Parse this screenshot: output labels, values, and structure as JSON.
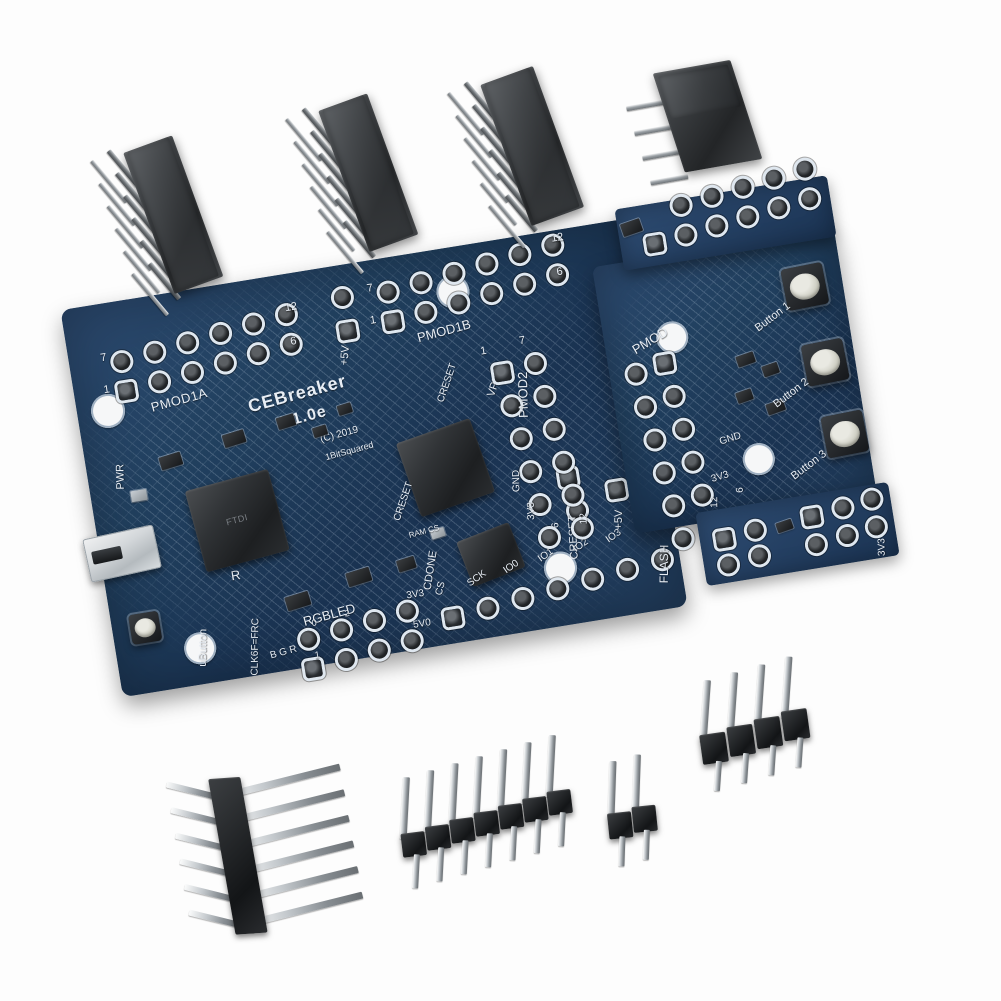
{
  "scene": {
    "background_color": "#ffffff",
    "description": "Product photo of an iCEBreaker FPGA development board kit with loose pin headers",
    "pcb_color": "#1e3a5c",
    "silkscreen_color": "#e8eef5",
    "pad_ring_color": "#dfe7ef",
    "button_cap_color": "#d9d9cd",
    "connector_body_color": "#2a2d30",
    "pin_metal_color": "#c4c9cd"
  },
  "board": {
    "name": "iCEBreaker",
    "title_silk": "CEBreaker",
    "version": "V1.0e",
    "copyright": "(C) 2019",
    "vendor": "1BitSquared",
    "main_chip_label": "FTDI",
    "labels": {
      "pwr": "PWR",
      "ubutton": "uButton",
      "rgbled": "RGBLED",
      "clk": "CLK6F=FRC",
      "bgr": "B G R",
      "g": "G",
      "r": "R",
      "pmod1a": "PMOD1A",
      "pmod1b": "PMOD1B",
      "pmod2": "PMOD2",
      "pmod": "PMOD",
      "vpll": "VPLL",
      "cdone": "CDONE",
      "creset": "CRESET",
      "creset2": "CRESET",
      "flash": "FLASH",
      "ram_cs": "RAM CS",
      "gnd": "GND",
      "v3v3": "3V3",
      "v5v": "+5V",
      "v5v0": "5V0",
      "reset": "RESET"
    },
    "pmod_pin_numbers": [
      "1",
      "7",
      "6",
      "12"
    ],
    "flash_header_pins": [
      "CS",
      "SCK",
      "IO0",
      "IO1",
      "IO2",
      "IO3",
      "GND"
    ],
    "rgbled_header_pins": [
      "0",
      "1",
      "2",
      "3V3",
      "5V0"
    ],
    "breakout_pins": [
      "GND",
      "3V3",
      "6",
      "12"
    ],
    "buttons": [
      {
        "label": "Button 1"
      },
      {
        "label": "Button 2"
      },
      {
        "label": "Button 3"
      }
    ],
    "connectors": {
      "usb": "micro-usb-connector"
    }
  },
  "loose_parts": [
    {
      "id": "female-header-2x6-a",
      "type": "right-angle female header",
      "rows": 2,
      "pins_per_row": 6,
      "position": "top-left"
    },
    {
      "id": "female-header-2x6-b",
      "type": "right-angle female header",
      "rows": 2,
      "pins_per_row": 6,
      "position": "top-center-left"
    },
    {
      "id": "female-header-2x6-c",
      "type": "right-angle female header",
      "rows": 2,
      "pins_per_row": 6,
      "position": "top-center-right"
    },
    {
      "id": "female-header-2x4",
      "type": "right-angle female header",
      "rows": 2,
      "pins_per_row": 4,
      "position": "top-right"
    },
    {
      "id": "male-header-2x6-ra",
      "type": "right-angle male header",
      "rows": 2,
      "pins_per_row": 6,
      "position": "bottom-left"
    },
    {
      "id": "male-header-1x7",
      "type": "straight male header",
      "rows": 1,
      "pins_per_row": 7,
      "position": "bottom-center"
    },
    {
      "id": "male-header-1x2",
      "type": "straight male header",
      "rows": 1,
      "pins_per_row": 2,
      "position": "bottom-center-right"
    },
    {
      "id": "male-header-1x4",
      "type": "straight male header",
      "rows": 1,
      "pins_per_row": 4,
      "position": "bottom-right"
    }
  ]
}
